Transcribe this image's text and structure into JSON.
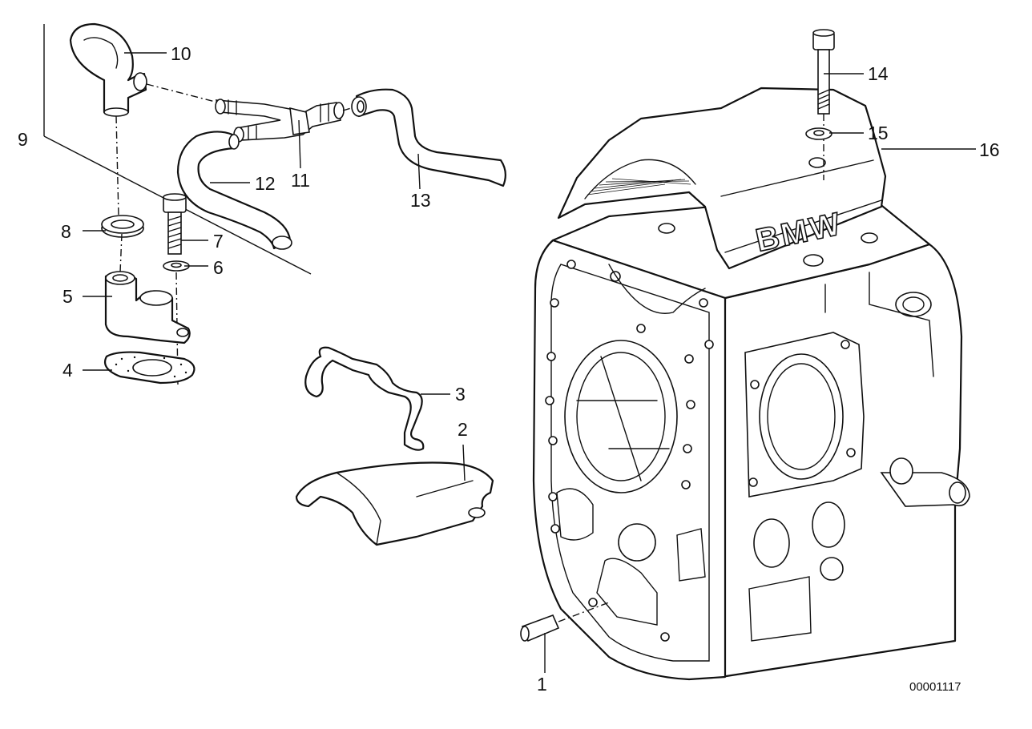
{
  "diagram": {
    "reference_number": "00001117",
    "brand_lettering": "BMW",
    "callouts": [
      {
        "id": "c1",
        "label": "1",
        "part": "dowel pin"
      },
      {
        "id": "c2",
        "label": "2",
        "part": "crankcase cover"
      },
      {
        "id": "c3",
        "label": "3",
        "part": "wire clip"
      },
      {
        "id": "c4",
        "label": "4",
        "part": "gasket"
      },
      {
        "id": "c5",
        "label": "5",
        "part": "breather elbow"
      },
      {
        "id": "c6",
        "label": "6",
        "part": "washer"
      },
      {
        "id": "c7",
        "label": "7",
        "part": "bolt"
      },
      {
        "id": "c8",
        "label": "8",
        "part": "seal ring"
      },
      {
        "id": "c9",
        "label": "9",
        "part": "assembly bracket"
      },
      {
        "id": "c10",
        "label": "10",
        "part": "breather hose"
      },
      {
        "id": "c11",
        "label": "11",
        "part": "t-connector"
      },
      {
        "id": "c12",
        "label": "12",
        "part": "hose"
      },
      {
        "id": "c13",
        "label": "13",
        "part": "hose"
      },
      {
        "id": "c14",
        "label": "14",
        "part": "bolt"
      },
      {
        "id": "c15",
        "label": "15",
        "part": "washer"
      },
      {
        "id": "c16",
        "label": "16",
        "part": "engine block cover"
      }
    ]
  }
}
